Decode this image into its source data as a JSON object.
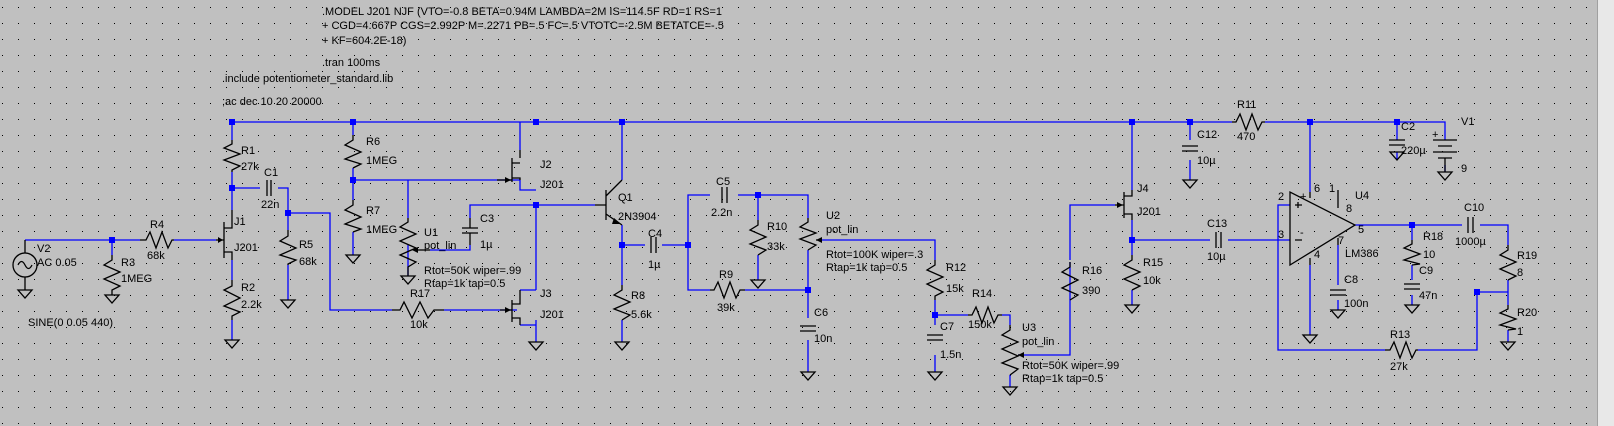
{
  "directives": {
    "model_line1": ".MODEL J201 NJF (VTO=-0.8 BETA=0.94M LAMBDA=2M IS=114.5F RD=1 RS=1",
    "model_line2": "+ CGD=4.667P CGS=2.992P M=.2271 PB=.5 FC=.5 VTOTC=-2.5M BETATCE=-.5",
    "model_line3": "+ KF=604.2E-18)",
    "tran": ".tran 100ms",
    "include": ".include potentiometer_standard.lib",
    "ac": ";ac dec 10 20 20000"
  },
  "sources": {
    "v2_name": "V2",
    "v2_value": "AC 0.05",
    "v2_sine": "SINE(0 0.05 440)",
    "v1_name": "V1",
    "v1_value": "9"
  },
  "parts": {
    "r1": "R1",
    "r1v": "27k",
    "r2": "R2",
    "r2v": "2.2k",
    "r3": "R3",
    "r3v": "1MEG",
    "r4": "R4",
    "r4v": "68k",
    "r5": "R5",
    "r5v": "68k",
    "r6": "R6",
    "r6v": "1MEG",
    "r7": "R7",
    "r7v": "1MEG",
    "r8": "R8",
    "r8v": "5.6k",
    "r9": "R9",
    "r9v": "39k",
    "r10": "R10",
    "r10v": "33k",
    "r11": "R11",
    "r11v": "470",
    "r12": "R12",
    "r12v": "15k",
    "r13": "R13",
    "r13v": "27k",
    "r14": "R14",
    "r14v": "150k",
    "r15": "R15",
    "r15v": "10k",
    "r16": "R16",
    "r16v": "390",
    "r17": "R17",
    "r17v": "10k",
    "r18": "R18",
    "r18v": "10",
    "r19": "R19",
    "r19v": "8",
    "r20": "R20",
    "r20v": "1",
    "c1": "C1",
    "c1v": "22n",
    "c2": "C2",
    "c2v": "220µ",
    "c3": "C3",
    "c3v": "1µ",
    "c4": "C4",
    "c4v": "1µ",
    "c5": "C5",
    "c5v": "2.2n",
    "c6": "C6",
    "c6v": "10n",
    "c7": "C7",
    "c7v": "1.5n",
    "c8": "C8",
    "c8v": "100n",
    "c9": "C9",
    "c9v": "47n",
    "c10": "C10",
    "c10v": "1000µ",
    "c12": "C12",
    "c12v": "10µ",
    "c13": "C13",
    "c13v": "10µ",
    "j1": "J1",
    "j1v": "J201",
    "j2": "J2",
    "j2v": "J201",
    "j3": "J3",
    "j3v": "J201",
    "j4": "J4",
    "j4v": "J201",
    "q1": "Q1",
    "q1v": "2N3904",
    "u4": "U4",
    "u4v": "LM386",
    "u4p1": "1",
    "u4p2": "2",
    "u4p3": "3",
    "u4p4": "4",
    "u4p5": "5",
    "u4p6": "6",
    "u4p7": "7",
    "u4p8": "8"
  },
  "pots": {
    "u1": "U1",
    "u1v": "pot_lin",
    "u1r1": "Rtot=50K wiper=.99",
    "u1r2": "Rtap=1k tap=0.5",
    "u2": "U2",
    "u2v": "pot_lin",
    "u2r1": "Rtot=100K wiper=.3",
    "u2r2": "Rtap=1k tap=0.5",
    "u3": "U3",
    "u3v": "pot_lin",
    "u3r1": "Rtot=50K wiper=.99",
    "u3r2": "Rtap=1k tap=0.5"
  },
  "colors": {
    "wire": "#0000ff",
    "component": "#000000",
    "background": "#c0c0c0",
    "grid_dot": "#000000"
  }
}
